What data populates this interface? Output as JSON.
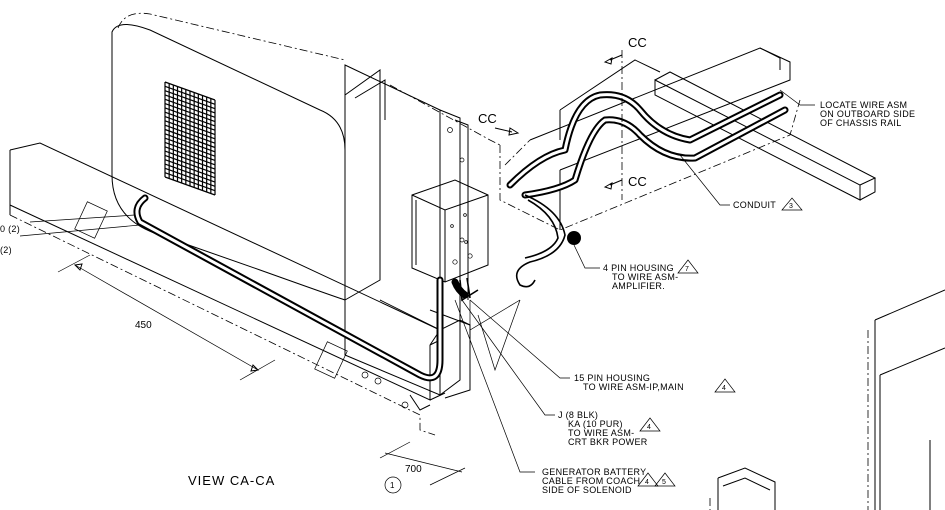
{
  "labels": {
    "cc_top": "CC",
    "cc_mid": "CC",
    "cc_low": "CC",
    "locate_1": "LOCATE WIRE ASM",
    "locate_2": "ON OUTBOARD SIDE",
    "locate_3": "OF CHASSIS RAIL",
    "conduit": "CONDUIT",
    "conduit_ref": "3",
    "housing4_1": "4 PIN HOUSING",
    "housing4_ref": "7",
    "housing4_2": "TO WIRE ASM-",
    "housing4_3": "AMPLIFIER.",
    "housing15_1": "15 PIN HOUSING",
    "housing15_2": "TO WIRE ASM-IP,MAIN",
    "housing15_ref": "4",
    "j_1": "J (8 BLK)",
    "j_2": "KA (10 PUR)",
    "j_3": "TO WIRE ASM-",
    "j_4": "CRT BKR POWER",
    "j_ref": "4",
    "gen_1": "GENERATOR BATTERY",
    "gen_2": "CABLE FROM COACH",
    "gen_3": "SIDE OF SOLENOID",
    "gen_ref_a": "4",
    "gen_ref_b": "5",
    "left_1": "0 (2)",
    "left_2": "(2)",
    "dim_450": "450",
    "dim_700": "700",
    "dim_ref": "1",
    "view": "VIEW CA-CA"
  }
}
